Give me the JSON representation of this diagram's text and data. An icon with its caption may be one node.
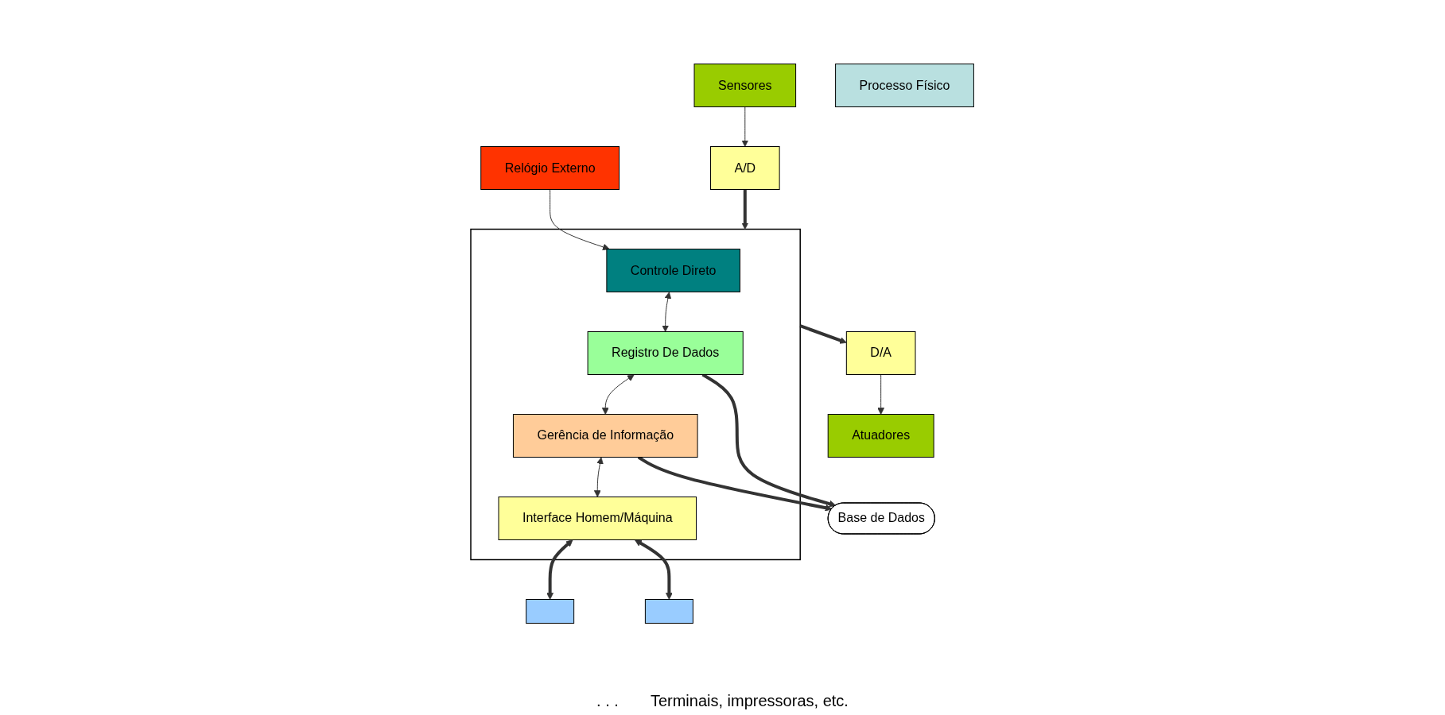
{
  "diagram": {
    "nodes": [
      {
        "text": [
          "Relógio Externo"
        ]
      },
      {
        "text": [],
        "shape": "box"
      },
      {
        "text": [
          "Controle Direto"
        ],
        "in": 1
      },
      {
        "text": [
          "Registro De Dados"
        ],
        "in": 1
      },
      {
        "text": [
          "Gerência de Informação"
        ],
        "in": 1
      },
      {
        "text": [
          "Interface Homem/Máquina"
        ],
        "in": 1
      },
      {
        "text": [
          "A/D"
        ]
      },
      {
        "text": [
          "D/A"
        ]
      },
      {
        "text": [
          "Sensores"
        ]
      },
      {
        "text": [
          "Atuadores"
        ]
      },
      {
        "text": [
          "Processo Físico"
        ]
      },
      {
        "text": [],
        "shape": "box"
      },
      {
        "text": [],
        "shape": "box"
      },
      {
        "text": [
          "Base de Dados"
        ]
      }
    ],
    "edges": [
      {
        "from": 0,
        "to": 2,
        "arrow": "to"
      },
      {
        "from": 2,
        "to": 3,
        "arrow": "both"
      },
      {
        "from": 3,
        "to": 4,
        "arrow": "both"
      },
      {
        "from": 4,
        "to": 5,
        "arrow": "both"
      },
      {
        "from": 6,
        "to": 1,
        "arrow": "to",
        "style": "thick"
      },
      {
        "from": 1,
        "to": 7,
        "arrow": "to",
        "style": "thick"
      },
      {
        "from": 8,
        "to": 6,
        "arrow": "to"
      },
      {
        "from": 7,
        "to": 9,
        "arrow": "to"
      },
      {
        "from": 5,
        "to": 11,
        "arrow": "both",
        "style": "thick"
      },
      {
        "from": 5,
        "to": 12,
        "arrow": "both",
        "style": "thick"
      },
      {
        "from": 3,
        "to": 13,
        "arrow": "to",
        "style": "thick"
      },
      {
        "from": 4,
        "to": 13,
        "arrow": "to",
        "style": "thick"
      }
    ],
    "labels": [
      ". . .",
      "Terminais, impressoras, etc."
    ]
  }
}
